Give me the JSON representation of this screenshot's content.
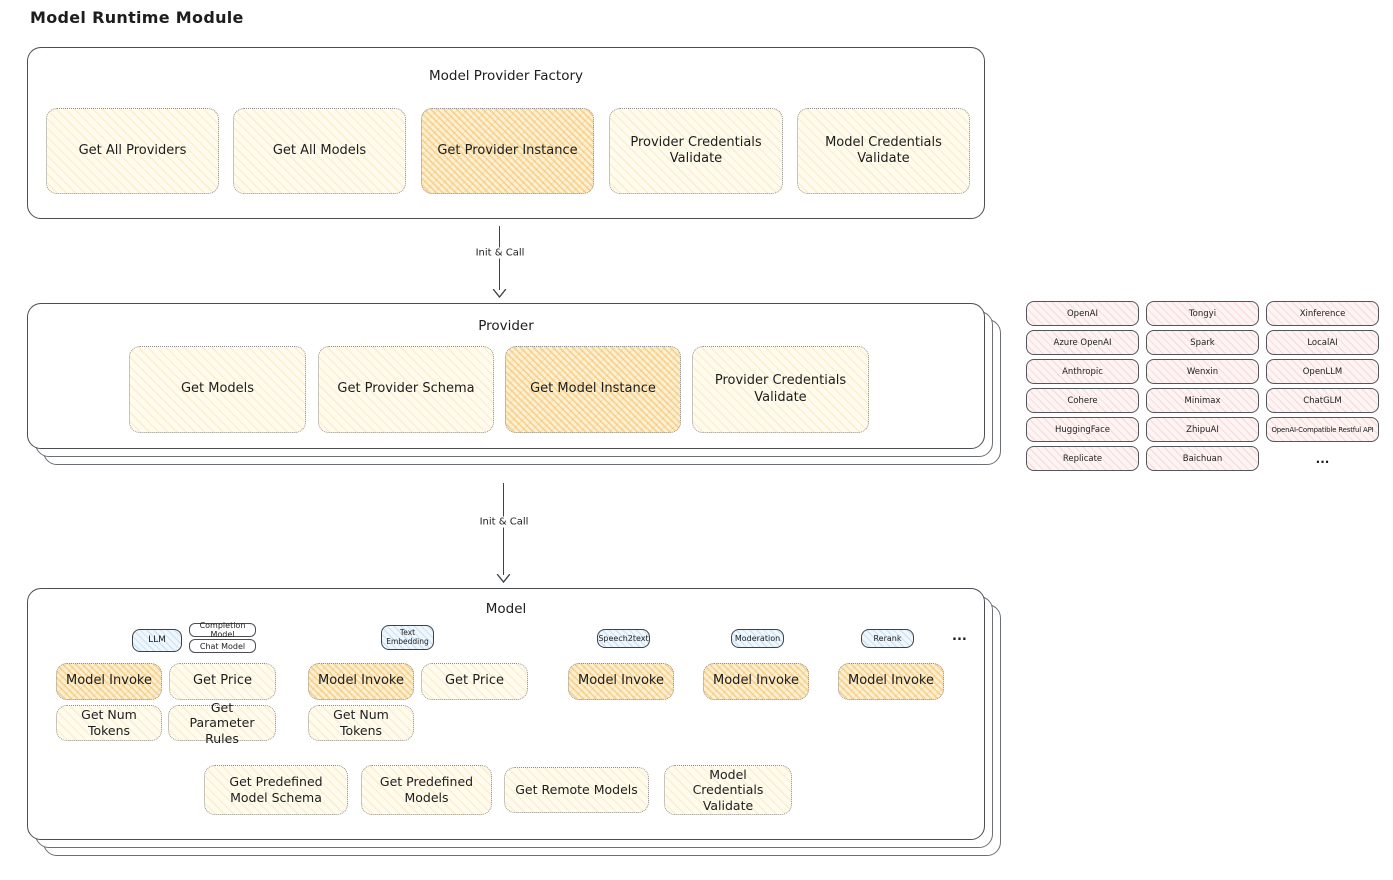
{
  "page": {
    "title": "Model Runtime Module"
  },
  "colors": {
    "highlight_yellow": "#f2b950",
    "pale_yellow": "#fffbee",
    "provider_pink": "#fef4f4",
    "badge_blue": "#eff7fd",
    "ink": "#1d1d1d"
  },
  "factory": {
    "title": "Model Provider Factory",
    "buttons": [
      {
        "label": "Get All Providers",
        "highlighted": false
      },
      {
        "label": "Get All Models",
        "highlighted": false
      },
      {
        "label": "Get Provider Instance",
        "highlighted": true
      },
      {
        "label": "Provider Credentials Validate",
        "highlighted": false
      },
      {
        "label": "Model Credentials Validate",
        "highlighted": false
      }
    ]
  },
  "arrows": {
    "factory_to_provider": "Init & Call",
    "provider_to_model": "Init & Call"
  },
  "provider": {
    "title": "Provider",
    "buttons": [
      {
        "label": "Get Models",
        "highlighted": false
      },
      {
        "label": "Get Provider Schema",
        "highlighted": false
      },
      {
        "label": "Get Model Instance",
        "highlighted": true
      },
      {
        "label": "Provider Credentials Validate",
        "highlighted": false
      }
    ]
  },
  "providers_grid": {
    "items": [
      "OpenAI",
      "Tongyi",
      "Xinference",
      "Azure OpenAI",
      "Spark",
      "LocalAI",
      "Anthropic",
      "Wenxin",
      "OpenLLM",
      "Cohere",
      "Minimax",
      "ChatGLM",
      "HuggingFace",
      "ZhipuAI",
      "OpenAI-Compatible Restful API",
      "Replicate",
      "Baichuan"
    ],
    "more": "..."
  },
  "model": {
    "title": "Model",
    "badges": {
      "llm": "LLM",
      "completion_model": "Completion Model",
      "chat_model": "Chat Model",
      "text_embedding": "Text Embedding",
      "speech2text": "Speech2text",
      "moderation": "Moderation",
      "rerank": "Rerank",
      "more": "..."
    },
    "buttons": {
      "llm_model_invoke": "Model Invoke",
      "llm_get_price": "Get Price",
      "llm_get_num_tokens": "Get Num Tokens",
      "llm_get_parameter_rules": "Get Parameter Rules",
      "embedding_model_invoke": "Model Invoke",
      "embedding_get_price": "Get Price",
      "embedding_get_num_tokens": "Get Num Tokens",
      "speech2text_model_invoke": "Model Invoke",
      "moderation_model_invoke": "Model Invoke",
      "rerank_model_invoke": "Model Invoke",
      "get_predefined_model_schema": "Get Predefined Model Schema",
      "get_predefined_models": "Get Predefined Models",
      "get_remote_models": "Get Remote Models",
      "model_credentials_validate": "Model Credentials Validate"
    }
  }
}
